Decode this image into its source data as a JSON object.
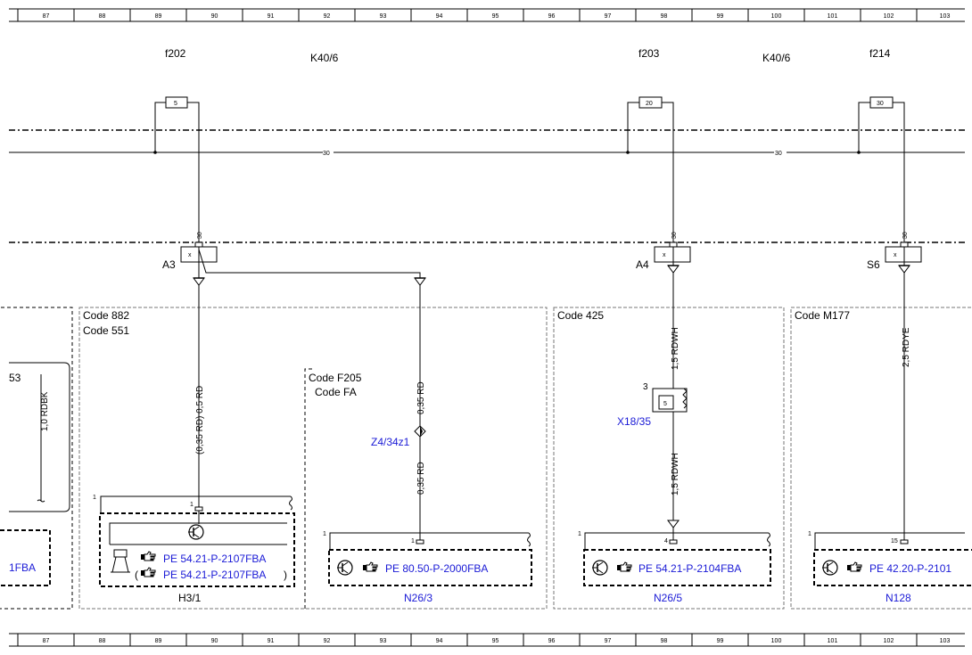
{
  "ruler": {
    "columns": [
      "87",
      "88",
      "89",
      "90",
      "91",
      "92",
      "93",
      "94",
      "95",
      "96",
      "97",
      "98",
      "99",
      "100",
      "101",
      "102",
      "103"
    ]
  },
  "fuses": [
    {
      "id": "f202",
      "rating": "5"
    },
    {
      "id": "f203",
      "rating": "20"
    },
    {
      "id": "f214",
      "rating": "30"
    }
  ],
  "fuse_boxes": [
    "K40/6",
    "K40/6"
  ],
  "bus": {
    "terminal": "30"
  },
  "connectors": [
    {
      "id": "A3",
      "pin": "30",
      "mark": "x"
    },
    {
      "id": "A4",
      "pin": "30",
      "mark": "x"
    },
    {
      "id": "S6",
      "pin": "30",
      "mark": "x"
    }
  ],
  "code_groups": [
    {
      "lines": [
        "Code 882",
        "Code 551"
      ]
    },
    {
      "lines": [
        "Code F205",
        "Code FA"
      ]
    },
    {
      "lines": [
        "Code 425"
      ]
    },
    {
      "lines": [
        "Code M177"
      ]
    }
  ],
  "wires": {
    "left_partial": "1,0 RDBK",
    "h3_main": "(0,35 RD) 0,5 RD",
    "n263_upper": "0,35 RD",
    "n263_lower": "0,35 RD",
    "n265_upper": "1,5 RDWH",
    "n265_lower": "1,5 RDWH",
    "n128": "2,5 RDYE"
  },
  "left_partial": {
    "number": "53",
    "ref": "1FBA"
  },
  "splice": {
    "id": "Z4/34z1"
  },
  "relay": {
    "id": "X18/35",
    "pin_top": "3",
    "pin_inner": "5"
  },
  "components": [
    {
      "id": "H3/1",
      "pin_outer": "1",
      "pin": "1",
      "refs": [
        "PE 54.21-P-2107FBA",
        "PE 54.21-P-2107FBA"
      ],
      "paren_open": "(",
      "paren_close": ")"
    },
    {
      "id": "N26/3",
      "pin_outer": "1",
      "pin": "1",
      "refs": [
        "PE 80.50-P-2000FBA"
      ]
    },
    {
      "id": "N26/5",
      "pin_outer": "1",
      "pin": "4",
      "refs": [
        "PE 54.21-P-2104FBA"
      ]
    },
    {
      "id": "N128",
      "pin_outer": "1",
      "pin": "15",
      "refs": [
        "PE 42.20-P-2101"
      ]
    }
  ],
  "icons": {
    "hand": "pointing-hand-icon",
    "transistor": "transistor-icon",
    "speaker": "speaker-icon"
  },
  "colors": {
    "line": "#000000",
    "link": "#1a1ad6",
    "grey": "#777777"
  }
}
